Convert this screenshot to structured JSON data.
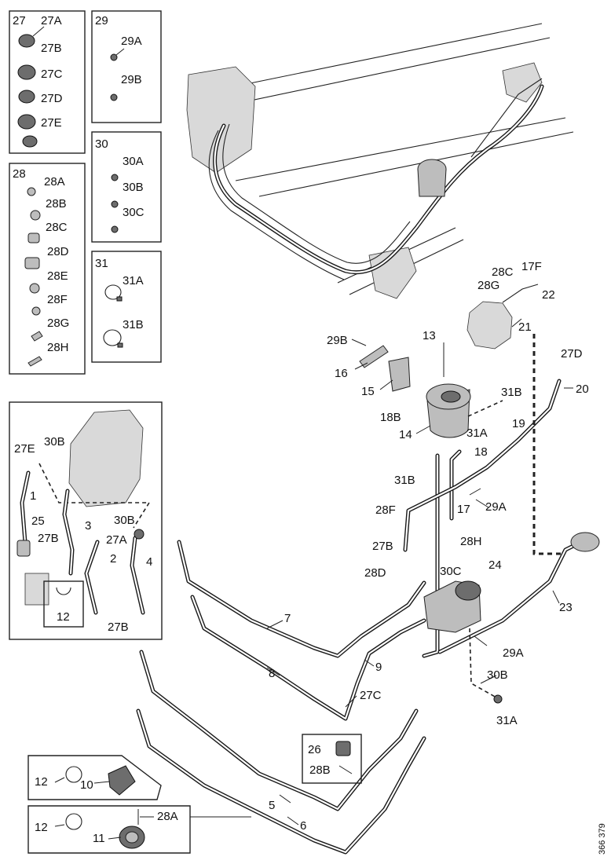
{
  "boxes": {
    "b27": {
      "title": "27",
      "items": [
        "27A",
        "27B",
        "27C",
        "27D",
        "27E"
      ]
    },
    "b28": {
      "title": "28",
      "items": [
        "28A",
        "28B",
        "28C",
        "28D",
        "28E",
        "28F",
        "28G",
        "28H"
      ]
    },
    "b29": {
      "title": "29",
      "items": [
        "29A",
        "29B"
      ]
    },
    "b30": {
      "title": "30",
      "items": [
        "30A",
        "30B",
        "30C"
      ]
    },
    "b31": {
      "title": "31",
      "items": [
        "31A",
        "31B"
      ]
    }
  },
  "inset": {
    "labels": [
      "27E",
      "30B",
      "1",
      "25",
      "3",
      "30B",
      "27B",
      "27A",
      "2",
      "4",
      "12",
      "27B"
    ]
  },
  "main_labels": {
    "l13": "13",
    "l28C": "28C",
    "l17F": "17F",
    "l28G": "28G",
    "l22": "22",
    "l21": "21",
    "l29B": "29B",
    "l27D": "27D",
    "l16": "16",
    "l15": "15",
    "l20": "20",
    "l18B": "18B",
    "l31B_a": "31B",
    "l14": "14",
    "l31A_a": "31A",
    "l19": "19",
    "l18": "18",
    "l31B_b": "31B",
    "l29A_a": "29A",
    "l28F": "28F",
    "l17": "17",
    "l28H": "28H",
    "l27B": "27B",
    "l24": "24",
    "l28D": "28D",
    "l30C": "30C",
    "l7": "7",
    "l23": "23",
    "l9": "9",
    "l8": "8",
    "l29A_b": "29A",
    "l30B": "30B",
    "l27C": "27C",
    "l31A_b": "31A",
    "l26": "26",
    "l28B": "28B",
    "l12a": "12",
    "l10": "10",
    "l5": "5",
    "l6": "6",
    "l12b": "12",
    "l28A": "28A",
    "l11": "11"
  },
  "drawing_number": "366 379"
}
